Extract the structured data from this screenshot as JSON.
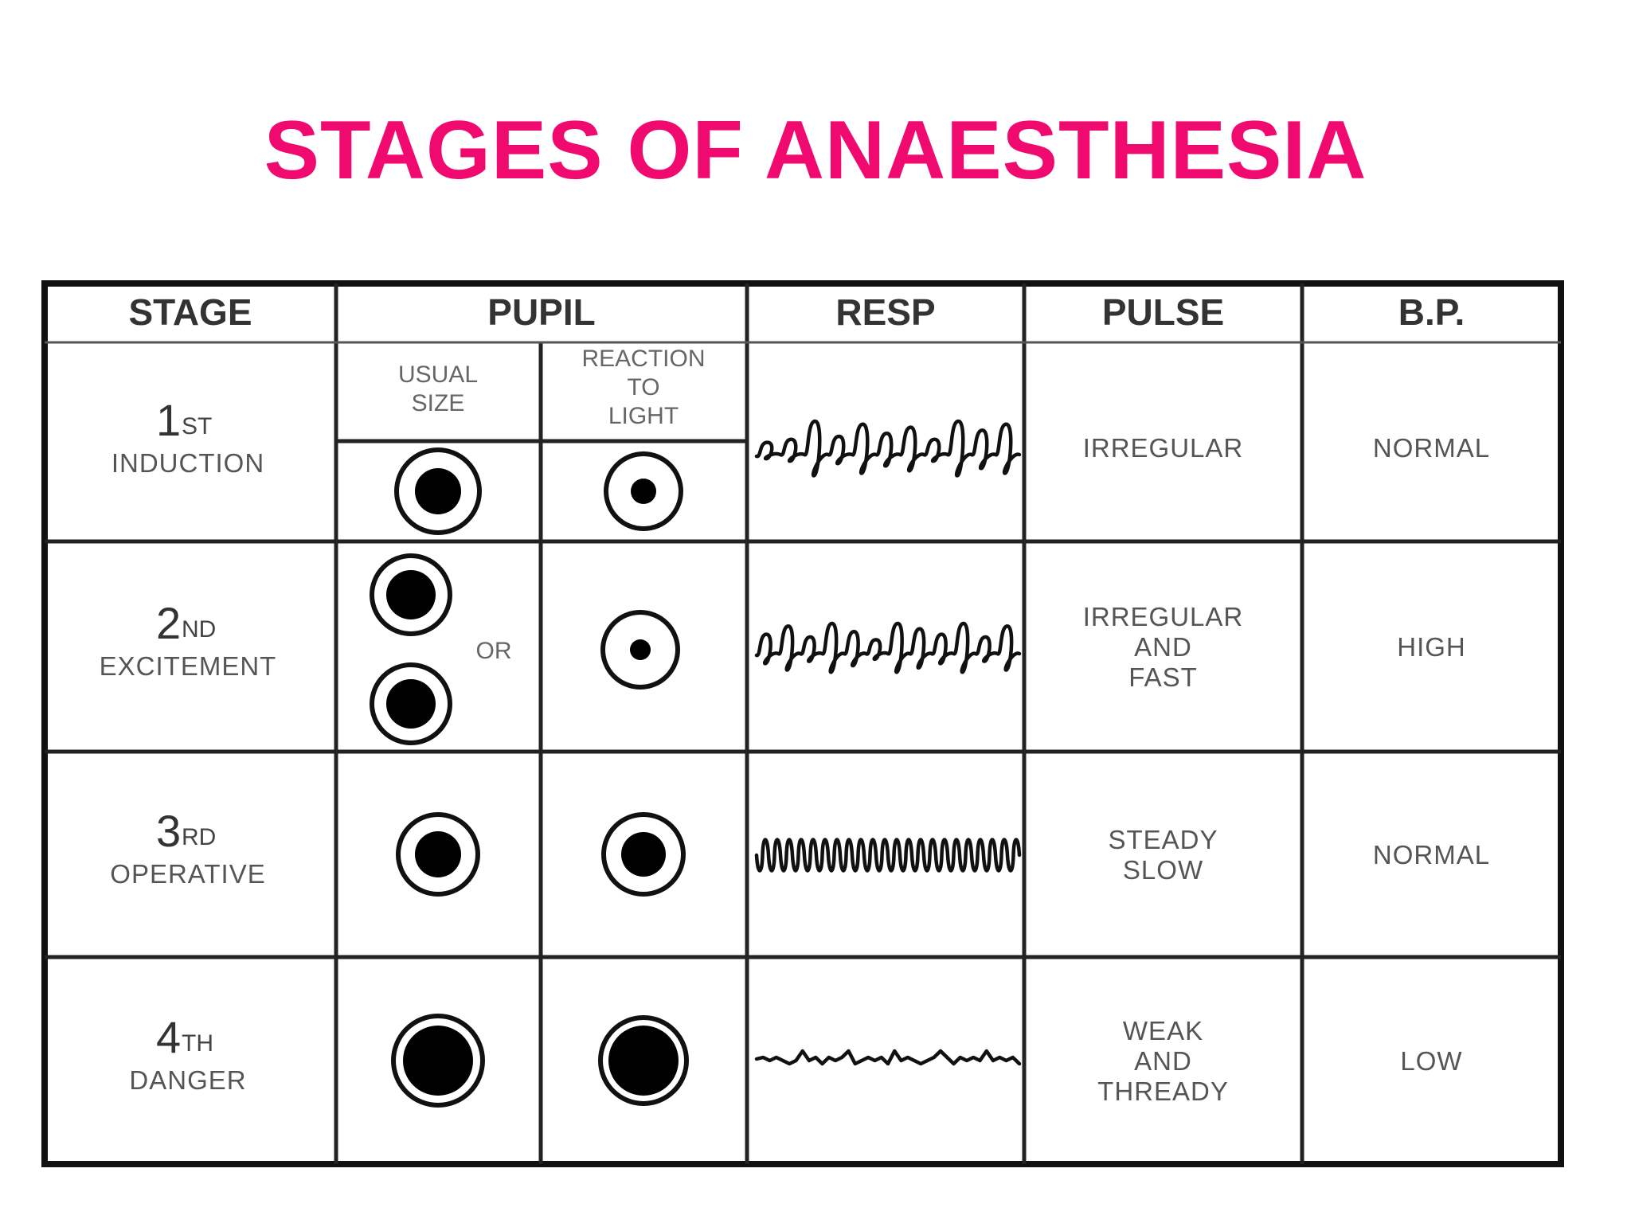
{
  "title": "STAGES OF ANAESTHESIA",
  "accent_color": "#f0096e",
  "table": {
    "headers": {
      "stage": "STAGE",
      "pupil": "PUPIL",
      "resp": "RESP",
      "pulse": "PULSE",
      "bp": "B.P."
    },
    "pupil_subheaders": {
      "usual_size": [
        "USUAL",
        "SIZE"
      ],
      "reaction": [
        "REACTION",
        "TO",
        "LIGHT"
      ]
    },
    "or_label": "OR",
    "rows": [
      {
        "number": "1",
        "suffix": "ST",
        "name": "INDUCTION",
        "pulse": [
          "IRREGULAR"
        ],
        "bp": "NORMAL",
        "resp_pattern": "irregular-loops",
        "pupil_usual": [
          {
            "ring": 52,
            "pupil": 29
          }
        ],
        "pupil_reaction": {
          "ring": 47,
          "pupil": 16
        }
      },
      {
        "number": "2",
        "suffix": "ND",
        "name": "EXCITEMENT",
        "pulse": [
          "IRREGULAR",
          "AND",
          "FAST"
        ],
        "bp": "HIGH",
        "resp_pattern": "erratic-loops",
        "pupil_usual": [
          {
            "ring": 49,
            "pupil": 31
          },
          {
            "ring": 49,
            "pupil": 31
          }
        ],
        "pupil_reaction": {
          "ring": 47,
          "pupil": 13
        }
      },
      {
        "number": "3",
        "suffix": "RD",
        "name": "OPERATIVE",
        "pulse": [
          "STEADY",
          "SLOW"
        ],
        "bp": "NORMAL",
        "resp_pattern": "regular-waves",
        "pupil_usual": [
          {
            "ring": 50,
            "pupil": 29
          }
        ],
        "pupil_reaction": {
          "ring": 50,
          "pupil": 28
        }
      },
      {
        "number": "4",
        "suffix": "TH",
        "name": "DANGER",
        "pulse": [
          "WEAK",
          "AND",
          "THREADY"
        ],
        "bp": "LOW",
        "resp_pattern": "shallow-flat",
        "pupil_usual": [
          {
            "ring": 56,
            "pupil": 44
          }
        ],
        "pupil_reaction": {
          "ring": 54,
          "pupil": 44
        }
      }
    ],
    "image_code": "HM380201"
  }
}
